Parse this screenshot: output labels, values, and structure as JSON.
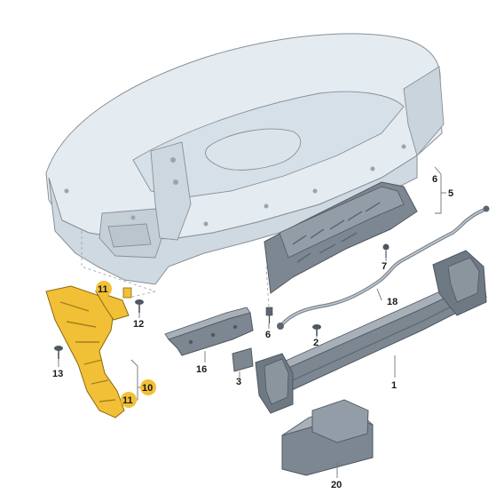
{
  "diagram": {
    "highlight_color": "#f2c037",
    "part_fill": "#7d8791",
    "part_fill_light": "#b5bcc3",
    "body_fill": "#e4ecf2",
    "labels": {
      "p1": "1",
      "p2": "2",
      "p3": "3",
      "p5": "5",
      "p6_top": "6",
      "p6_bottom": "6",
      "p7": "7",
      "p10": "10",
      "p11_top": "11",
      "p11_bottom": "11",
      "p12": "12",
      "p13": "13",
      "p16": "16",
      "p18": "18",
      "p20": "20"
    }
  }
}
